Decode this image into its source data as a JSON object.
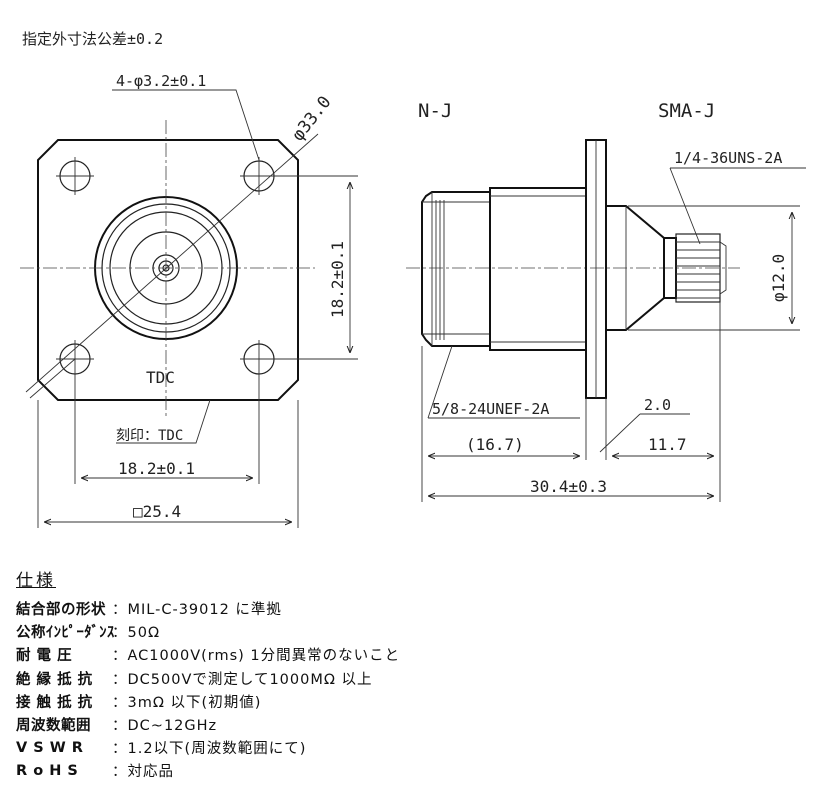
{
  "tolerance_note": "指定外寸法公差±0.2",
  "front_view": {
    "hole_spec": "4-φ3.2±0.1",
    "circle_dia": "φ33.0",
    "height_dim": "18.2±0.1",
    "tdc": "TDC",
    "marking": "刻印：TDC",
    "width_dim": "18.2±0.1",
    "square_dim": "□25.4"
  },
  "side_view": {
    "left_label": "N-J",
    "right_label": "SMA-J",
    "thread_sma": "1/4-36UNS-2A",
    "dia_12": "φ12.0",
    "thread_n": "5/8-24UNEF-2A",
    "flange": "2.0",
    "len_16": "(16.7)",
    "len_11": "11.7",
    "total": "30.4±0.3"
  },
  "specs": {
    "title": "仕様",
    "rows": [
      {
        "label": "結合部の形状",
        "value": "：MIL-C-39012 に準拠"
      },
      {
        "label": "公称ｲﾝﾋﾟｰﾀﾞﾝｽ",
        "value": "：50Ω"
      },
      {
        "label": "耐 電 圧",
        "value": "：AC1000V(rms) 1分間異常のないこと"
      },
      {
        "label": "絶 縁 抵 抗",
        "value": "：DC500Vで測定して1000MΩ 以上"
      },
      {
        "label": "接 触 抵 抗",
        "value": "：3mΩ 以下(初期値)"
      },
      {
        "label": "周波数範囲",
        "value": "：DC~12GHz"
      },
      {
        "label": "V S W R",
        "value": "：1.2以下(周波数範囲にて)"
      },
      {
        "label": "R o H S",
        "value": "：対応品"
      }
    ]
  }
}
